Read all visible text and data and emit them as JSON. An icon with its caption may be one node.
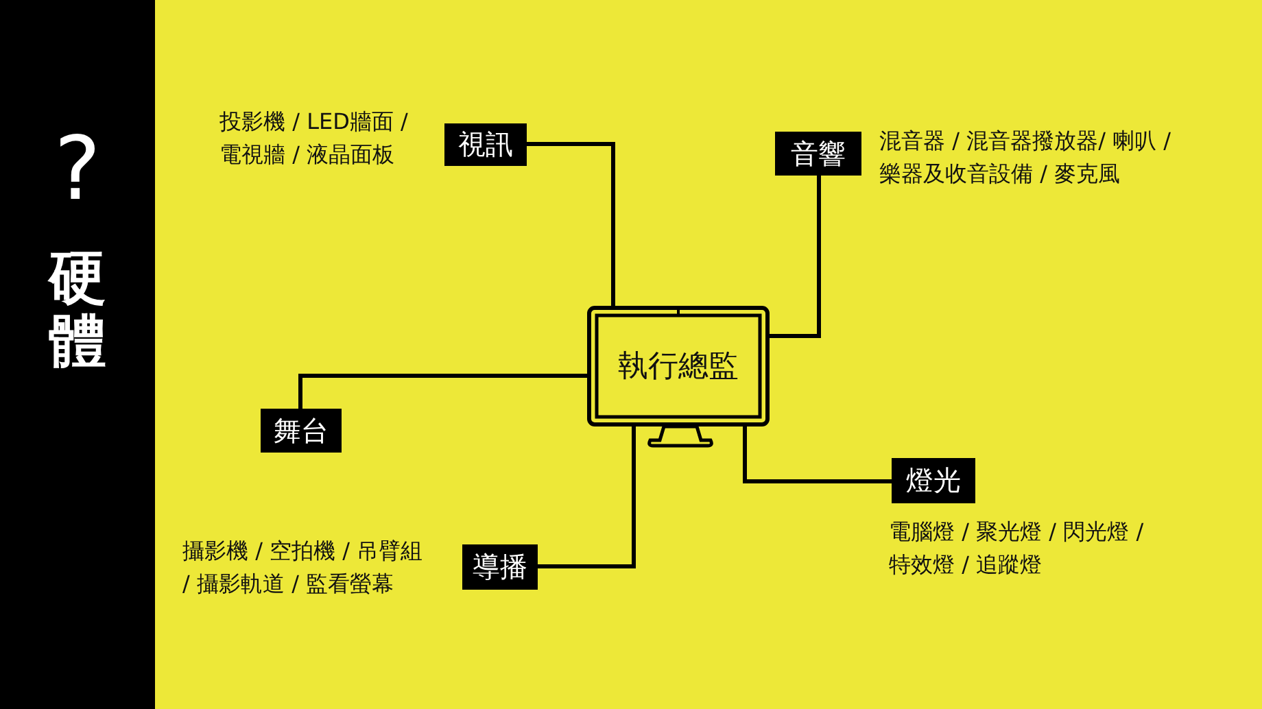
{
  "diagram": {
    "nodes": [
      {
        "text": [
          "?",
          "硬體"
        ]
      },
      {
        "text": [
          "執行總監"
        ]
      },
      {
        "text": [
          "視訊"
        ],
        "beside": [
          "投影機 / LED牆面 / 電視牆 / 液晶面板"
        ]
      },
      {
        "text": [
          "音響"
        ],
        "beside": [
          "混音器 / 混音器撥放器/ 喇叭 / 樂器及收音設備 / 麥克風"
        ]
      },
      {
        "text": [
          "舞台"
        ]
      },
      {
        "text": [
          "燈光"
        ],
        "beside": [
          "電腦燈 / 聚光燈 / 閃光燈 / 特效燈 / 追蹤燈"
        ]
      },
      {
        "text": [
          "導播"
        ],
        "beside": [
          "攝影機 / 空拍機 / 吊臂組 / 攝影軌道 / 監看螢幕"
        ]
      }
    ],
    "edges": [
      {
        "from": 1,
        "to": 2,
        "arrow": "none"
      },
      {
        "from": 1,
        "to": 3,
        "arrow": "none"
      },
      {
        "from": 1,
        "to": 4,
        "arrow": "none"
      },
      {
        "from": 1,
        "to": 5,
        "arrow": "none"
      },
      {
        "from": 1,
        "to": 6,
        "arrow": "none"
      }
    ]
  }
}
